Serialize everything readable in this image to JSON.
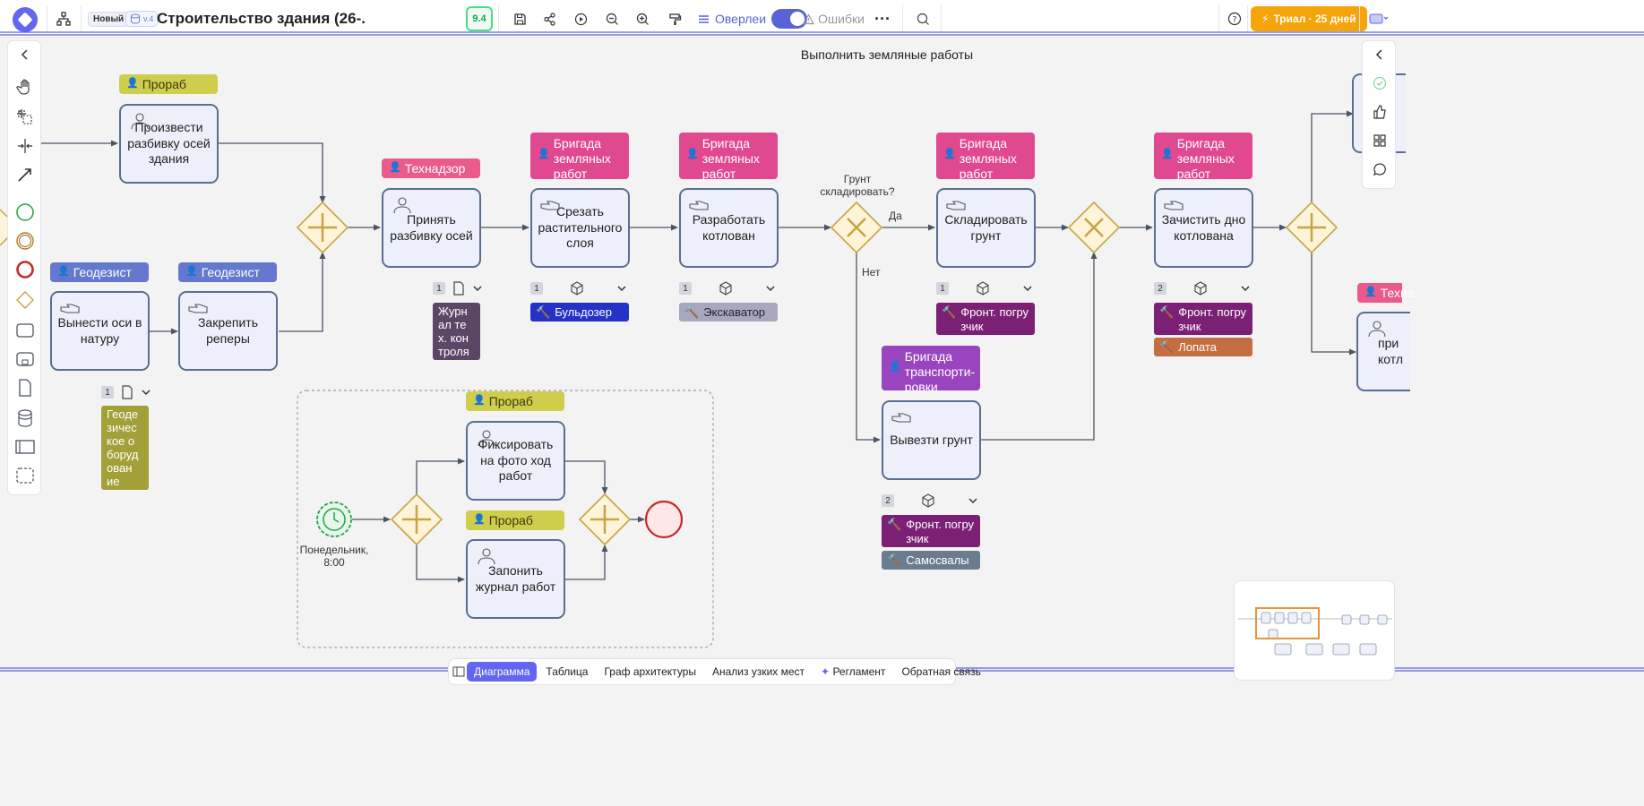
{
  "header": {
    "badge_new": "Новый",
    "version": "v.4",
    "title": "Строительство здания (26-.",
    "score": "9.4",
    "overlay_label": "Оверлеи",
    "errors_label": "Ошибки",
    "help": "?",
    "trial_label": "Триал · 25 дней"
  },
  "lane_title": "Выполнить земляные работы",
  "tasks": {
    "t1": "Произвести разбивку осей здания",
    "t2": "Вынести оси в натуру",
    "t3": "Закрепить реперы",
    "t4": "Принять разбивку осей",
    "t5": "Срезать растительного слоя",
    "t6": "Разработать котлован",
    "t7": "Складировать грунт",
    "t8": "Зачистить дно котлована",
    "t9": "Вывезти грунт",
    "t10": "Фиксировать на фото ход работ",
    "t11": "Запонить журнал работ",
    "t12": "при котл"
  },
  "roles": {
    "r1": "Прораб",
    "r2": "Геодезист",
    "r3": "Геодезист",
    "r4": "Технадзор",
    "r5": "Бригада земляных работ",
    "r6": "Бригада земляных работ",
    "r7": "Бригада земляных работ",
    "r8": "Бригада земляных работ",
    "r9": "Бригада транспорти-ровки",
    "r10": "Прораб",
    "r11": "Прораб",
    "r12": "Техна"
  },
  "resources": {
    "s1": "Журн ал те х. кон троля",
    "s2": "Бульдозер",
    "s3": "Экскаватор",
    "s4": "Фронт. погру зчик",
    "s5": "Фронт. погру зчик",
    "s6": "Лопата",
    "s7": "Фронт. погру зчик",
    "s8": "Самосвалы",
    "s9": "Геоде зичес кое о боруд ован ие"
  },
  "counts": {
    "c1": "1",
    "c2": "1",
    "c3": "1",
    "c4": "1",
    "c5": "2",
    "c6": "1",
    "c7": "2"
  },
  "gateway": {
    "question": "Грунт складировать?",
    "yes": "Да",
    "no": "Нет"
  },
  "timer_label": "Понедельник, 8:00",
  "tabs": [
    "Диаграмма",
    "Таблица",
    "Граф архитектуры",
    "Анализ узких мест",
    "Регламент",
    "Обратная связь"
  ],
  "colors": {
    "accent": "#6366f1",
    "trial": "#f5a50a",
    "task_border": "#5a6f8f",
    "gateway": "#c8a542"
  }
}
